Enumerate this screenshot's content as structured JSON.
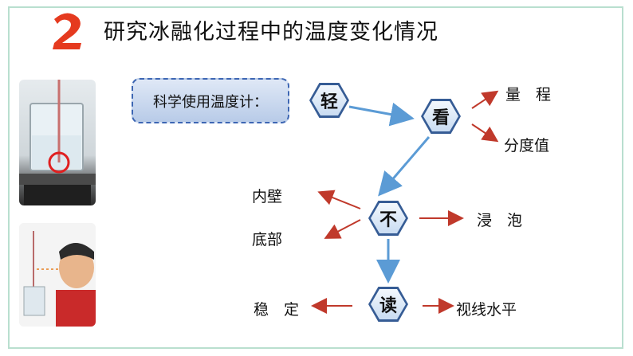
{
  "header": {
    "number": "2",
    "title": "研究冰融化过程中的温度变化情况"
  },
  "method_box": {
    "label": "科学使用温度计："
  },
  "nodes": {
    "light": "轻",
    "look": "看",
    "not": "不",
    "read": "读"
  },
  "labels": {
    "range": "量　程",
    "division": "分度值",
    "inner_wall": "内壁",
    "bottom": "底部",
    "immerse": "浸　泡",
    "stable": "稳　定",
    "level": "视线水平"
  },
  "colors": {
    "accent_red": "#e53a1f",
    "arrow_blue": "#5b9bd5",
    "arrow_red": "#c0392b",
    "hex_border": "#365c95"
  }
}
